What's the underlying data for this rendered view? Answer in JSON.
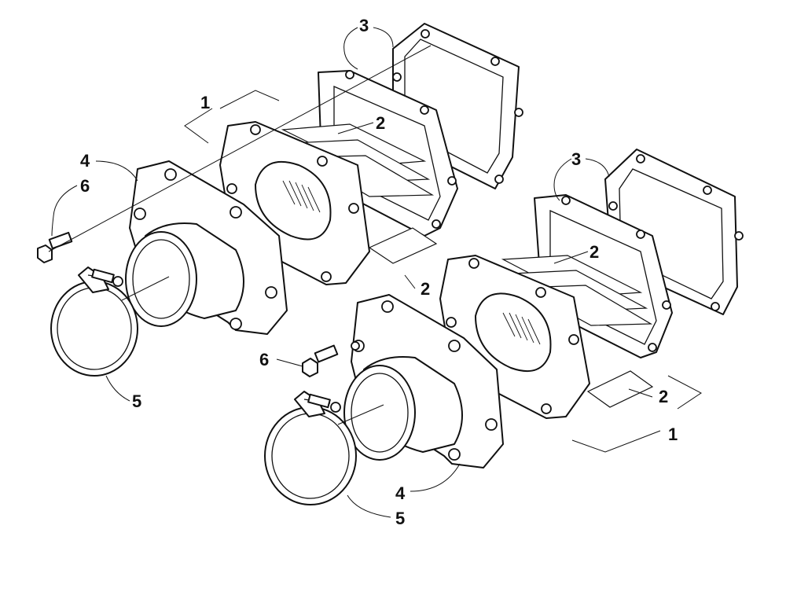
{
  "diagram": {
    "callouts": {
      "left": {
        "reed_valve_assembly": "1",
        "reed_upper": "2",
        "reed_lower": "2",
        "gasket": "3",
        "intake_flange": "4",
        "clamp": "5",
        "cap_screw": "6"
      },
      "right": {
        "reed_valve_assembly": "1",
        "reed_upper": "2",
        "reed_lower": "2",
        "gasket": "3",
        "intake_flange": "4",
        "clamp": "5",
        "cap_screw": "6"
      }
    }
  }
}
